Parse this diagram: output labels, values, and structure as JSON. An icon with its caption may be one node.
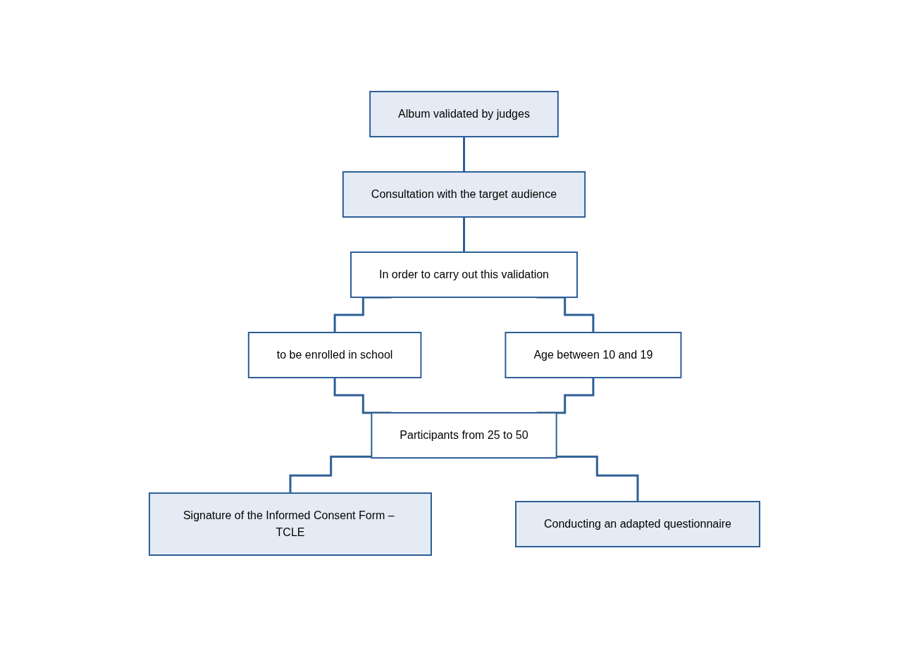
{
  "diagram": {
    "nodes": [
      {
        "text": [
          "Album validated by judges"
        ]
      },
      {
        "text": [
          "Consultation with the target audience"
        ]
      },
      {
        "text": [
          "In order to carry out this validation"
        ]
      },
      {
        "text": [
          "to be enrolled in school"
        ]
      },
      {
        "text": [
          "Age between 10 and 19"
        ]
      },
      {
        "text": [
          "Participants from 25 to 50"
        ]
      },
      {
        "text": [
          "Signature of the Informed Consent Form – TCLE"
        ]
      },
      {
        "text": [
          "Conducting an adapted questionnaire"
        ]
      }
    ],
    "edges": [
      {
        "from": 0,
        "to": 1,
        "arrow": "none"
      },
      {
        "from": 1,
        "to": 2,
        "arrow": "none"
      },
      {
        "from": 2,
        "to": 3,
        "arrow": "none"
      },
      {
        "from": 2,
        "to": 4,
        "arrow": "none"
      },
      {
        "from": 3,
        "to": 5,
        "arrow": "none"
      },
      {
        "from": 4,
        "to": 5,
        "arrow": "none"
      },
      {
        "from": 5,
        "to": 6,
        "arrow": "none"
      },
      {
        "from": 5,
        "to": 7,
        "arrow": "none"
      }
    ]
  }
}
